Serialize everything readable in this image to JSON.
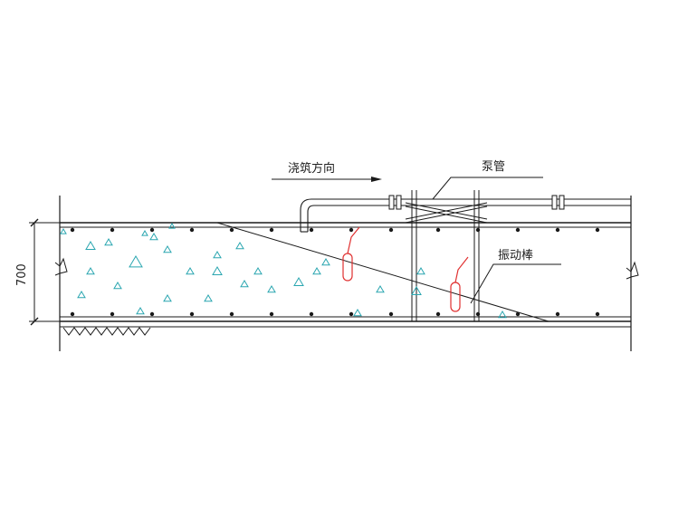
{
  "labels": {
    "pour_direction": "浇筑方向",
    "pump_pipe": "泵管",
    "vibrator": "振动棒",
    "thickness": "700"
  },
  "colors": {
    "line": "#1a1a1a",
    "aggregate": "#2aa6b0",
    "vibrator": "#e03030"
  }
}
